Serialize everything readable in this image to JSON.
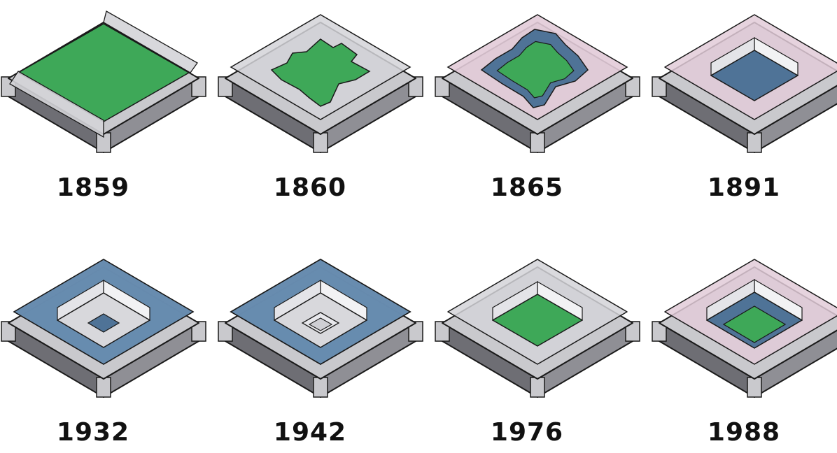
{
  "palette": {
    "outline": "#1a1a1a",
    "base_gray": "#8f8f95",
    "base_dark": "#6e6e74",
    "base_light": "#c9c9cd",
    "glass_gray": "#d4d4d8",
    "glass_pink": "#e2cbd8",
    "water_blue": "#4f7397",
    "water_blue_light": "#6b8fb3",
    "grass_green": "#3ea858"
  },
  "stages": [
    {
      "year": "1859",
      "state": "green-lot-with-two-side-walls"
    },
    {
      "year": "1860",
      "state": "green-plaza-with-stepped-walls"
    },
    {
      "year": "1865",
      "state": "stepped-blue-walls-pink-enclosure-green-court"
    },
    {
      "year": "1891",
      "state": "pink-enclosure-blue-basin"
    },
    {
      "year": "1932",
      "state": "blue-terraced-basin"
    },
    {
      "year": "1942",
      "state": "blue-terraced-basin-with-inner-step"
    },
    {
      "year": "1976",
      "state": "gray-enclosure-green-court"
    },
    {
      "year": "1988",
      "state": "pink-enclosure-blue-rim-green-court"
    }
  ]
}
